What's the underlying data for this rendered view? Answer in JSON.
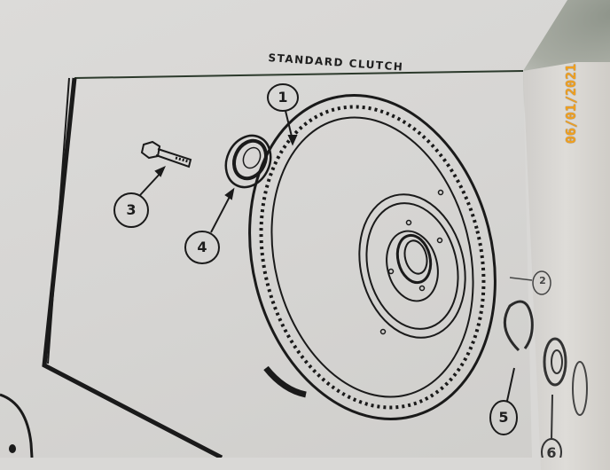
{
  "image": {
    "kind": "photograph of printed manual page",
    "subject": "exploded diagram of a standard clutch assembly (flywheel with ring gear)"
  },
  "page": {
    "title": "STANDARD CLUTCH"
  },
  "callouts": [
    {
      "number": "1",
      "part": "flywheel with ring gear"
    },
    {
      "number": "2",
      "part": "ring gear teeth"
    },
    {
      "number": "3",
      "part": "bolt"
    },
    {
      "number": "4",
      "part": "bearing / seal"
    },
    {
      "number": "5",
      "part": "snap ring"
    },
    {
      "number": "6",
      "part": "bearing (partially visible)"
    }
  ],
  "camera": {
    "date_stamp": "06/01/2021",
    "date_stamp_color": "#f0a020"
  },
  "colors": {
    "paper": "#d9d8d6",
    "ink": "#1c1c1c",
    "background_shadow": "#8e948a"
  }
}
